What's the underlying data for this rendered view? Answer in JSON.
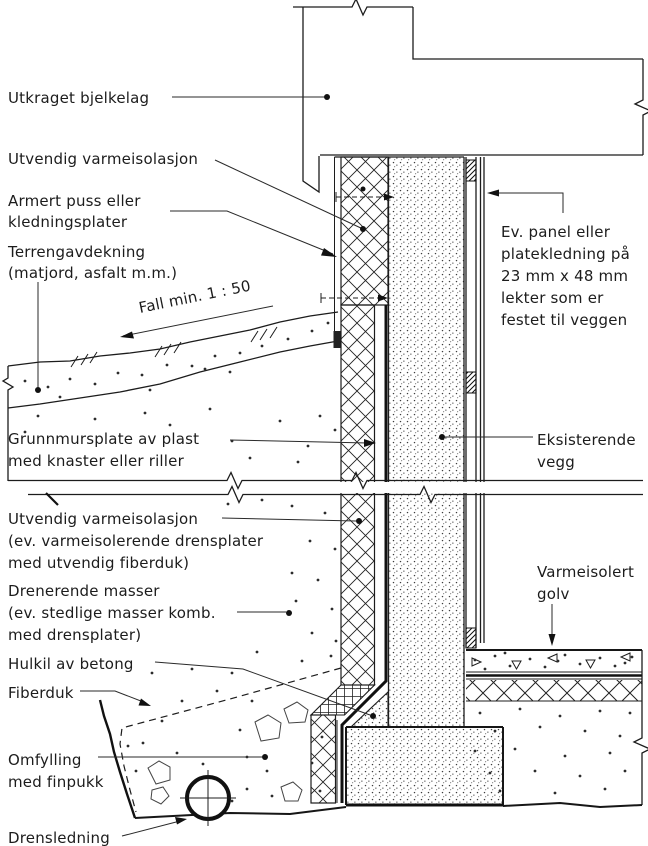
{
  "drawing": {
    "left_labels": {
      "utkraget": "Utkraget bjelkelag",
      "utvendig_iso": "Utvendig varmeisolasjon",
      "armert_line1": "Armert puss eller",
      "armert_line2": "kledningsplater",
      "terreng_line1": "Terrengavdekning",
      "terreng_line2": "(matjord, asfalt m.m.)",
      "fall": "Fall min. 1 : 50",
      "grunnmur_line1": "Grunnmursplate av plast",
      "grunnmur_line2": "med knaster eller riller",
      "utvendig_iso2_line1": "Utvendig varmeisolasjon",
      "utvendig_iso2_line2": "(ev. varmeisolerende drensplater",
      "utvendig_iso2_line3": "med utvendig fiberduk)",
      "drenerende_line1": "Drenerende masser",
      "drenerende_line2": "(ev. stedlige masser komb.",
      "drenerende_line3": "med drensplater)",
      "hulkil": "Hulkil av betong",
      "fiberduk": "Fiberduk",
      "omfylling_line1": "Omfylling",
      "omfylling_line2": "med finpukk",
      "drensledning": "Drensledning"
    },
    "right_labels": {
      "panel_line1": "Ev. panel eller",
      "panel_line2": "platekledning på",
      "panel_line3": "23 mm x 48 mm",
      "panel_line4": "lekter som er",
      "panel_line5": "festet til veggen",
      "eksisterende_line1": "Eksisterende",
      "eksisterende_line2": "vegg",
      "golv_line1": "Varmeisolert",
      "golv_line2": "golv"
    },
    "colors": {
      "line": "#1c1c1c",
      "background": "#ffffff"
    }
  }
}
